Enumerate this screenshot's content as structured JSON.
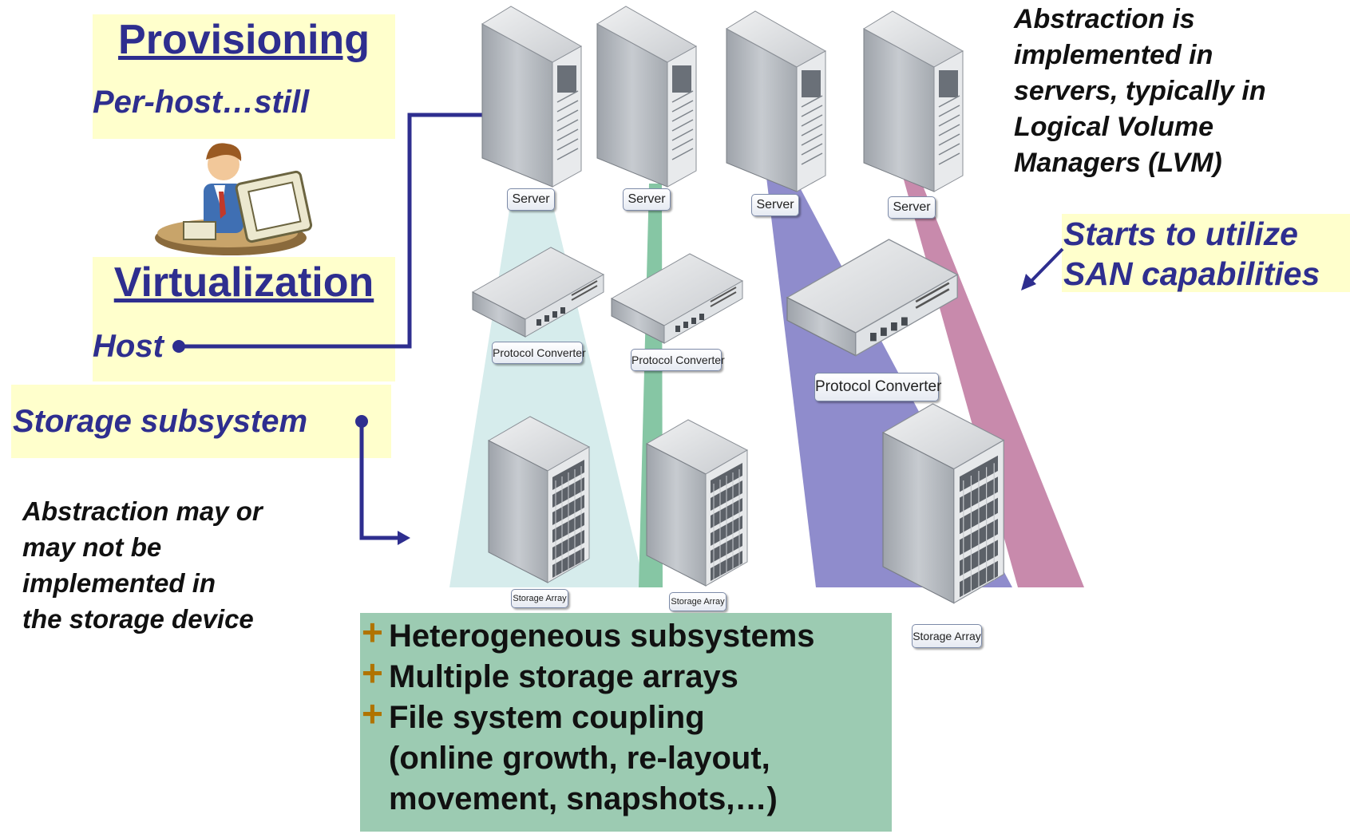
{
  "left": {
    "provisioning_title": "Provisioning",
    "provisioning_sub": "Per-host…still",
    "virtualization_title": "Virtualization",
    "host_label": "Host",
    "storage_subsystem_label": "Storage subsystem",
    "storage_note": "Abstraction may or\nmay not be\nimplemented in\nthe storage device"
  },
  "right": {
    "abstraction_note": "Abstraction is\nimplemented in\nservers, typically in\nLogical Volume\nManagers (LVM)",
    "san_note": "Starts to utilize\nSAN capabilities"
  },
  "devices": {
    "server_label": "Server",
    "converter_label": "Protocol Converter",
    "array_label": "Storage Array"
  },
  "benefits": [
    "Heterogeneous subsystems",
    "Multiple storage arrays",
    "File system coupling\n(online growth, re-layout,\nmovement, snapshots,…)"
  ],
  "colors": {
    "title_blue": "#2e2e8f",
    "highlight_yellow": "#ffffcc",
    "benefit_green": "#9ccbb2",
    "plus_orange": "#b07400",
    "beam_lightblue": "#d6ecec",
    "beam_green": "#86c6a4",
    "beam_purple": "#8f8ccc",
    "beam_pink": "#c88aac"
  },
  "icons": [
    "user-at-computer-icon",
    "server-tower-icon",
    "protocol-converter-icon",
    "storage-array-icon",
    "arrow-icon"
  ]
}
